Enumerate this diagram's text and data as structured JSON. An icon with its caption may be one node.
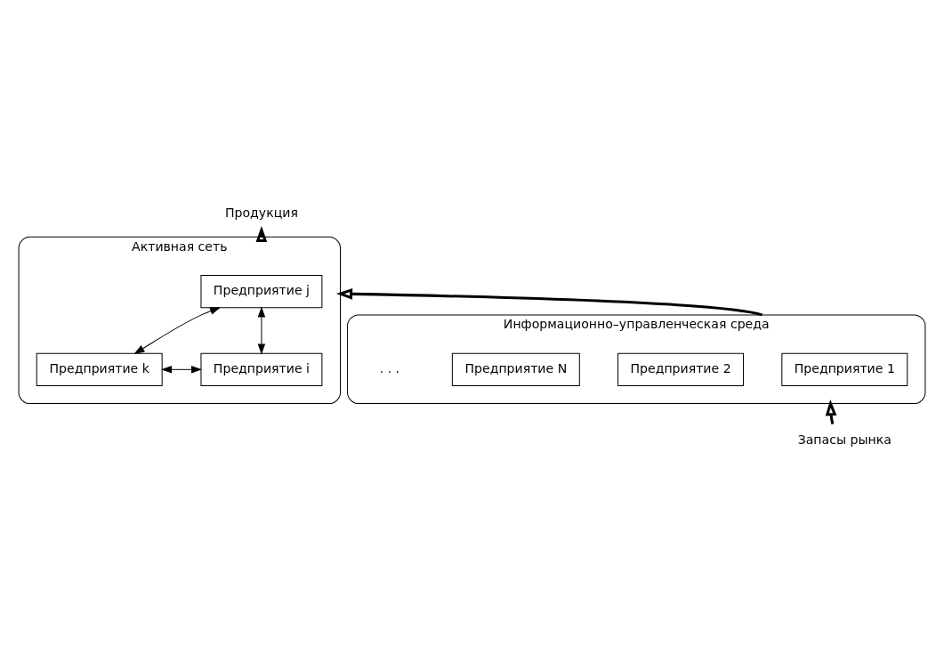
{
  "diagram": {
    "nodes": [
      {
        "text": [
          "Продукция"
        ]
      },
      {
        "text": [
          "Активная сеть"
        ]
      },
      {
        "text": [
          "Предприятие j"
        ],
        "in": 1
      },
      {
        "text": [
          "Предприятие i"
        ],
        "in": 1
      },
      {
        "text": [
          "Предприятие k"
        ],
        "in": 1
      },
      {
        "text": [
          "Информационно–управленческая среда"
        ]
      },
      {
        "text": [
          "Предприятие 1"
        ],
        "in": 5
      },
      {
        "text": [
          "Предприятие 2"
        ],
        "in": 5
      },
      {
        "text": [
          "Предприятие N"
        ],
        "in": 5
      },
      {
        "text": [
          "Запасы рынка"
        ]
      }
    ],
    "edges": [
      {
        "from": 1,
        "to": 0,
        "arrow": "to",
        "style": "thick"
      },
      {
        "from": 5,
        "to": 1,
        "arrow": "to",
        "style": "thick"
      },
      {
        "from": 9,
        "to": 5,
        "arrow": "to",
        "style": "thick"
      },
      {
        "from": 3,
        "to": 2,
        "arrow": "both"
      },
      {
        "from": 2,
        "to": 4,
        "arrow": "both"
      },
      {
        "from": 3,
        "to": 4,
        "arrow": "both"
      }
    ],
    "labels": [
      ". . ."
    ]
  }
}
